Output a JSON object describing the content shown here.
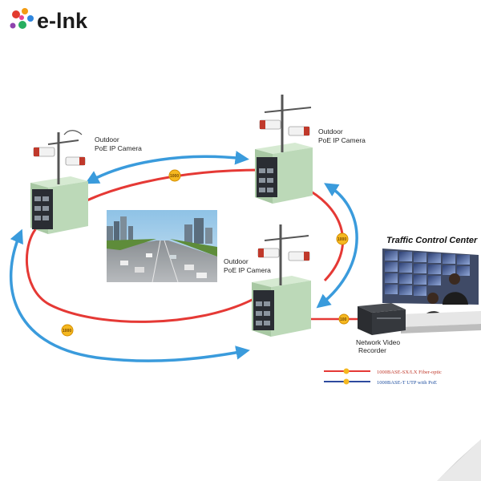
{
  "brand": {
    "name": "e-lnk"
  },
  "camera_labels": {
    "left": {
      "line1": "Outdoor",
      "line2": "PoE IP Camera"
    },
    "top_right": {
      "line1": "Outdoor",
      "line2": "PoE IP Camera"
    },
    "middle_right": {
      "line1": "Outdoor",
      "line2": "PoE IP Camera"
    }
  },
  "traffic_center": {
    "title": "Traffic Control Center"
  },
  "nvr": {
    "line1": "Network Video",
    "line2": "Recorder"
  },
  "link_badges": {
    "fiber": "1000",
    "utp": "100"
  },
  "legend": {
    "fiber_label": "1000BASE-SX/LX Fiber-optic",
    "utp_label": "1000BASE-T UTP with PoE",
    "fiber_color": "#e53935",
    "utp_color": "#2e4a9e"
  },
  "colors": {
    "ring": "#e53935",
    "arrows": "#3a9bdc",
    "cabinet": "#bcd9b8",
    "badge": "#f5b820"
  }
}
